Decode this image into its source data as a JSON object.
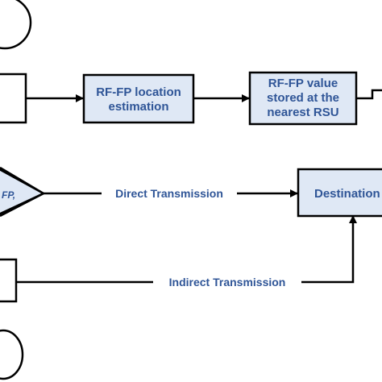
{
  "diagram": {
    "nodes": {
      "rf_fp_location": {
        "line1": "RF-FP location",
        "line2": "estimation"
      },
      "rf_fp_value": {
        "line1": "RF-FP value",
        "line2": "stored at the",
        "line3": "nearest RSU"
      },
      "decision": {
        "label": "FP,"
      },
      "destination": {
        "label": "Destination"
      }
    },
    "edges": {
      "direct": "Direct Transmission",
      "indirect": "Indirect Transmission"
    }
  }
}
